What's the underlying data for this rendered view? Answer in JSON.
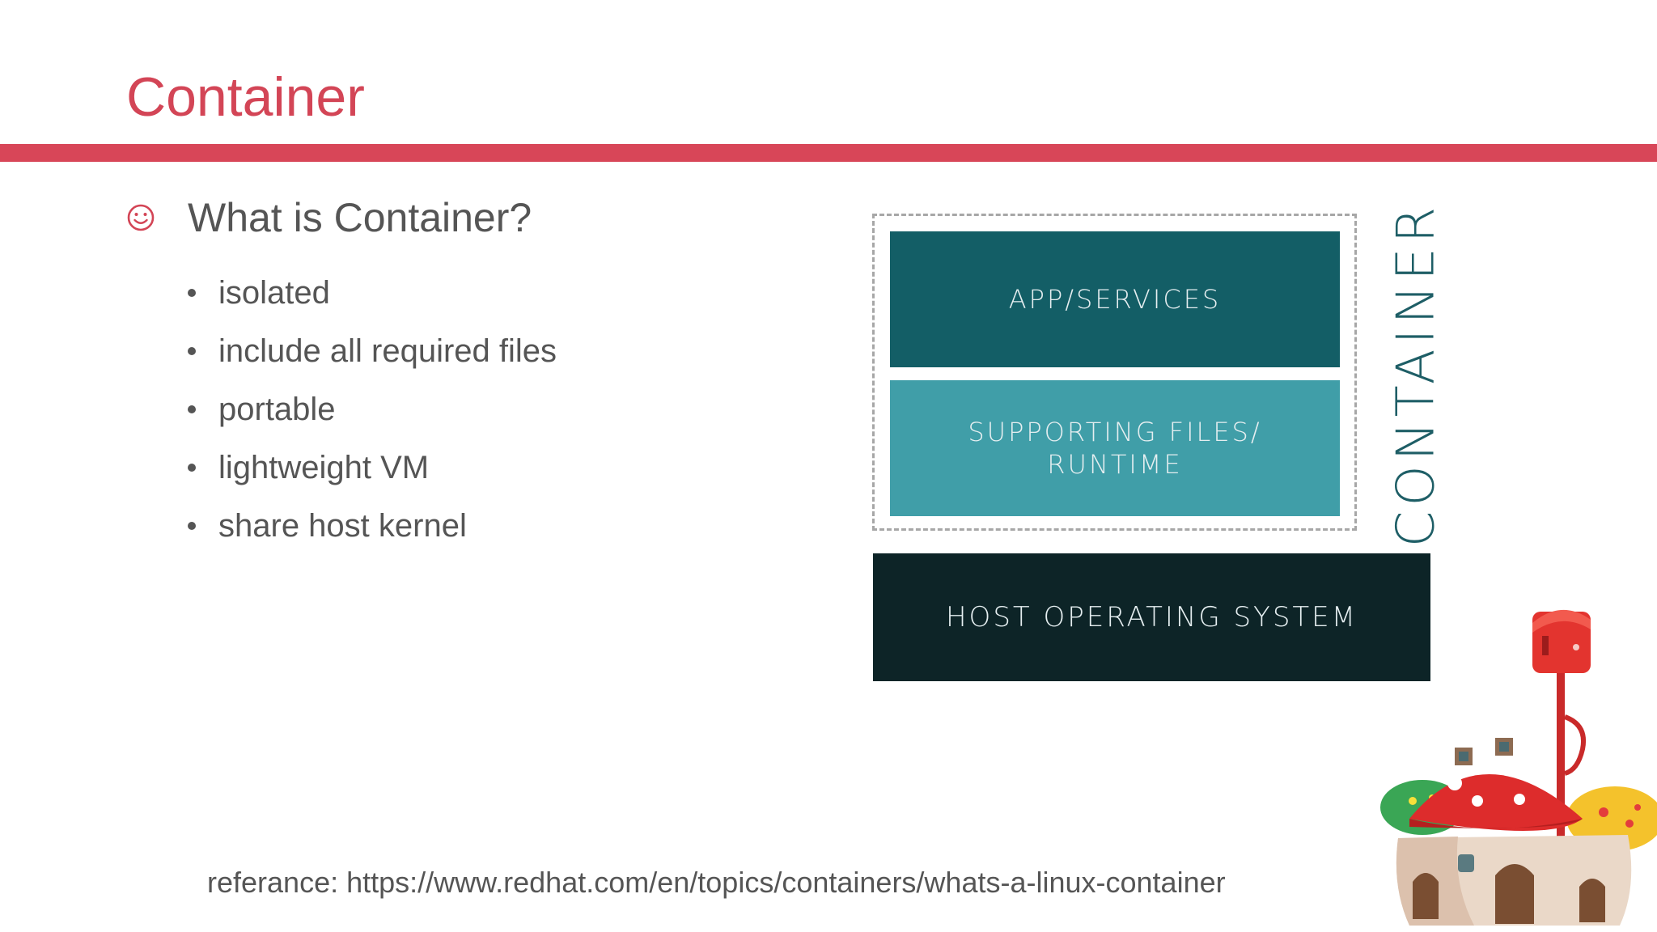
{
  "slide": {
    "title": "Container",
    "main_bullet": "What is Container?",
    "sub_bullets": [
      "isolated",
      "include all required files",
      "portable",
      "lightweight VM",
      "share host kernel"
    ],
    "reference": "referance: https://www.redhat.com/en/topics/containers/whats-a-linux-container"
  },
  "diagram": {
    "side_label": "CONTAINER",
    "layers": [
      {
        "label": "APP/SERVICES"
      },
      {
        "label": "SUPPORTING FILES/\nRUNTIME"
      },
      {
        "label": "HOST OPERATING SYSTEM"
      }
    ]
  },
  "icons": {
    "bullet": "smiley-icon",
    "decoration": "mushroom-house-mailbox-illustration"
  },
  "colors": {
    "title": "#d34556",
    "title_bar": "#d84658",
    "text": "#555555",
    "app_layer": "#135e66",
    "support_layer": "#409ea8",
    "host_layer": "#0d2427",
    "side_label": "#1e5e66"
  }
}
